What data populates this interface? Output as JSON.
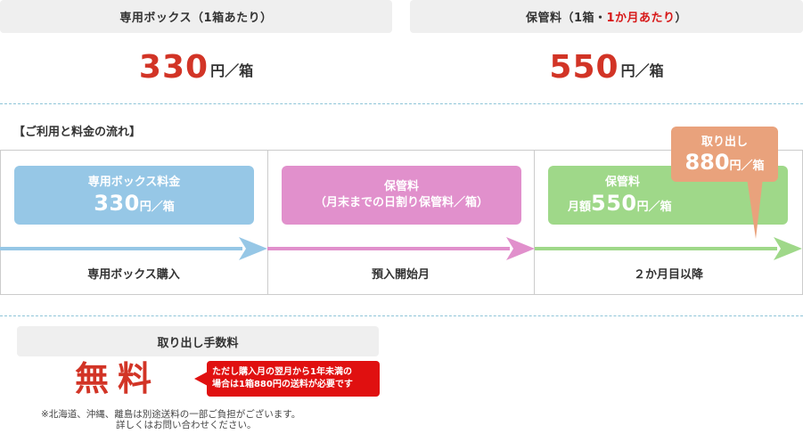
{
  "header_box": {
    "title": "専用ボックス（1箱あたり）",
    "price": "330",
    "unit": "円／箱"
  },
  "header_storage": {
    "title_prefix": "保管料（1箱・",
    "title_highlight": "1か月あたり",
    "title_suffix": "）",
    "price": "550",
    "unit": "円／箱"
  },
  "flow": {
    "title": "【ご利用と料金の流れ】",
    "stages": [
      {
        "card_title": "専用ボックス料金",
        "card_price": "330",
        "card_unit": "円／箱",
        "label": "専用ボックス購入"
      },
      {
        "card_title": "保管料",
        "card_note": "（月末までの日割り保管料／箱）",
        "label": "預入開始月"
      },
      {
        "card_title": "保管料",
        "card_prefix": "月額",
        "card_price": "550",
        "card_unit": "円／箱",
        "label": "２か月目以降"
      }
    ],
    "callout": {
      "title": "取り出し",
      "price": "880",
      "unit": "円／箱"
    }
  },
  "fee": {
    "title": "取り出し手数料",
    "free": "無料",
    "note_line1": "ただし購入月の翌月から1年未満の",
    "note_line2": "場合は1箱880円の送料が必要です",
    "footnote1": "※北海道、沖縄、離島は別途送料の一部ご負担がございます。",
    "footnote2": "詳しくはお問い合わせください。"
  },
  "colors": {
    "price_red": "#d23426",
    "stage1": "#96c7e6",
    "stage2": "#e190cc",
    "stage3": "#9fd889",
    "callout": "#e9a27c",
    "note_red": "#e01010"
  }
}
